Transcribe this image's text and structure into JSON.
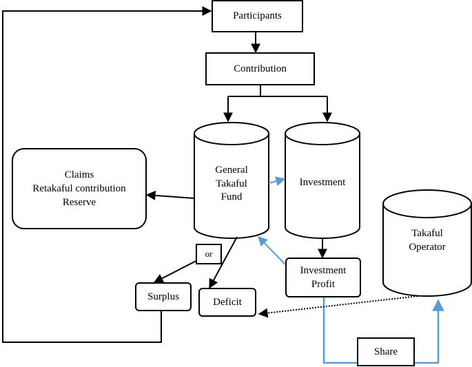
{
  "nodes": {
    "participants": "Participants",
    "contribution": "Contribution",
    "general_fund": [
      "General",
      "Takaful",
      "Fund"
    ],
    "investment": "Investment",
    "outflows": [
      "Claims",
      "Retakaful contribution",
      "Reserve"
    ],
    "or": "or",
    "surplus": "Surplus",
    "deficit": "Deficit",
    "investment_profit": [
      "Investment",
      "Profit"
    ],
    "takaful_operator": [
      "Takaful",
      "Operator"
    ],
    "share": "Share"
  },
  "colors": {
    "line": "#000000",
    "profit_flow": "#5b9bd5"
  }
}
